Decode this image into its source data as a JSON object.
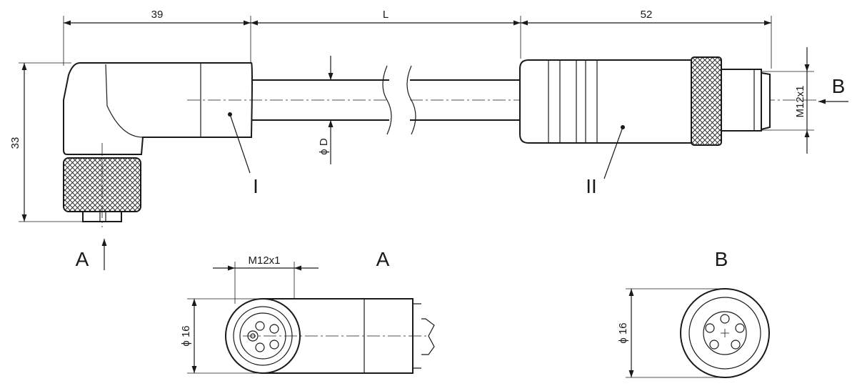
{
  "dimensions": {
    "left_length": "39",
    "cable_length": "L",
    "right_length": "52",
    "height": "33",
    "cable_diameter": "ϕ D",
    "thread_right": "M12x1",
    "thread_view_a": "M12x1",
    "diameter_view_a": "ϕ 16",
    "diameter_view_b": "ϕ 16"
  },
  "labels": {
    "part_one": "I",
    "part_two": "II",
    "view_a_arrow": "A",
    "view_b_arrow": "B",
    "view_a_title": "A",
    "view_b_title": "B"
  },
  "colors": {
    "line": "#1a1a1a",
    "background": "#ffffff"
  }
}
